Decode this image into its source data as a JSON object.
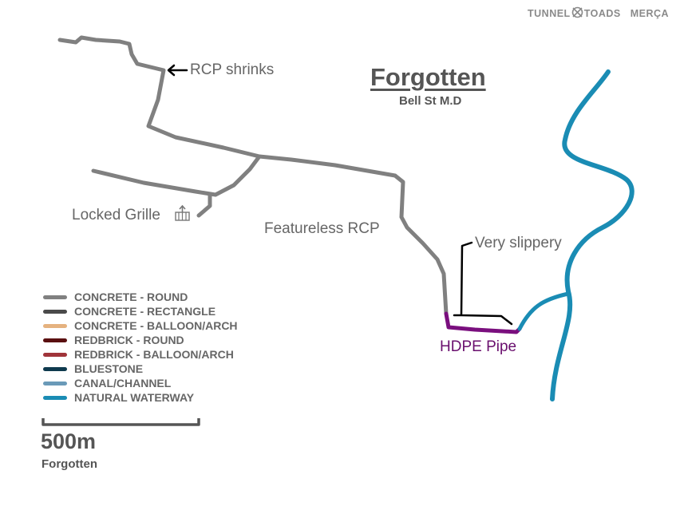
{
  "brand": {
    "left_text": "TUNNEL",
    "right_text": "TOADS",
    "extra_text": "MERÇA"
  },
  "map": {
    "title": "Forgotten",
    "subtitle": "Bell St M.D",
    "annotations": {
      "rcp_shrinks": "RCP shrinks",
      "locked_grille": "Locked Grille",
      "featureless_rcp": "Featureless RCP",
      "very_slippery": "Very slippery",
      "hdpe_pipe": "HDPE Pipe"
    },
    "colors": {
      "concrete_round": "#808080",
      "hdpe_pipe": "#7a0f7e",
      "natural_waterway": "#1a8cb4",
      "annotation_line": "#000000",
      "hdpe_label": "#6a0f6e"
    }
  },
  "legend": {
    "items": [
      {
        "label": "CONCRETE - ROUND",
        "color": "#808080"
      },
      {
        "label": "CONCRETE - RECTANGLE",
        "color": "#4a4a4a"
      },
      {
        "label": "CONCRETE - BALLOON/ARCH",
        "color": "#e5b27f"
      },
      {
        "label": "REDBRICK  - ROUND",
        "color": "#5a0f10"
      },
      {
        "label": "REDBRICK  - BALLOON/ARCH",
        "color": "#a0343a"
      },
      {
        "label": "BLUESTONE",
        "color": "#0e3a4e"
      },
      {
        "label": "CANAL/CHANNEL",
        "color": "#6a9ab8"
      },
      {
        "label": "NATURAL WATERWAY",
        "color": "#1a8cb4"
      }
    ]
  },
  "scale": {
    "value": "500m",
    "name": "Forgotten"
  }
}
